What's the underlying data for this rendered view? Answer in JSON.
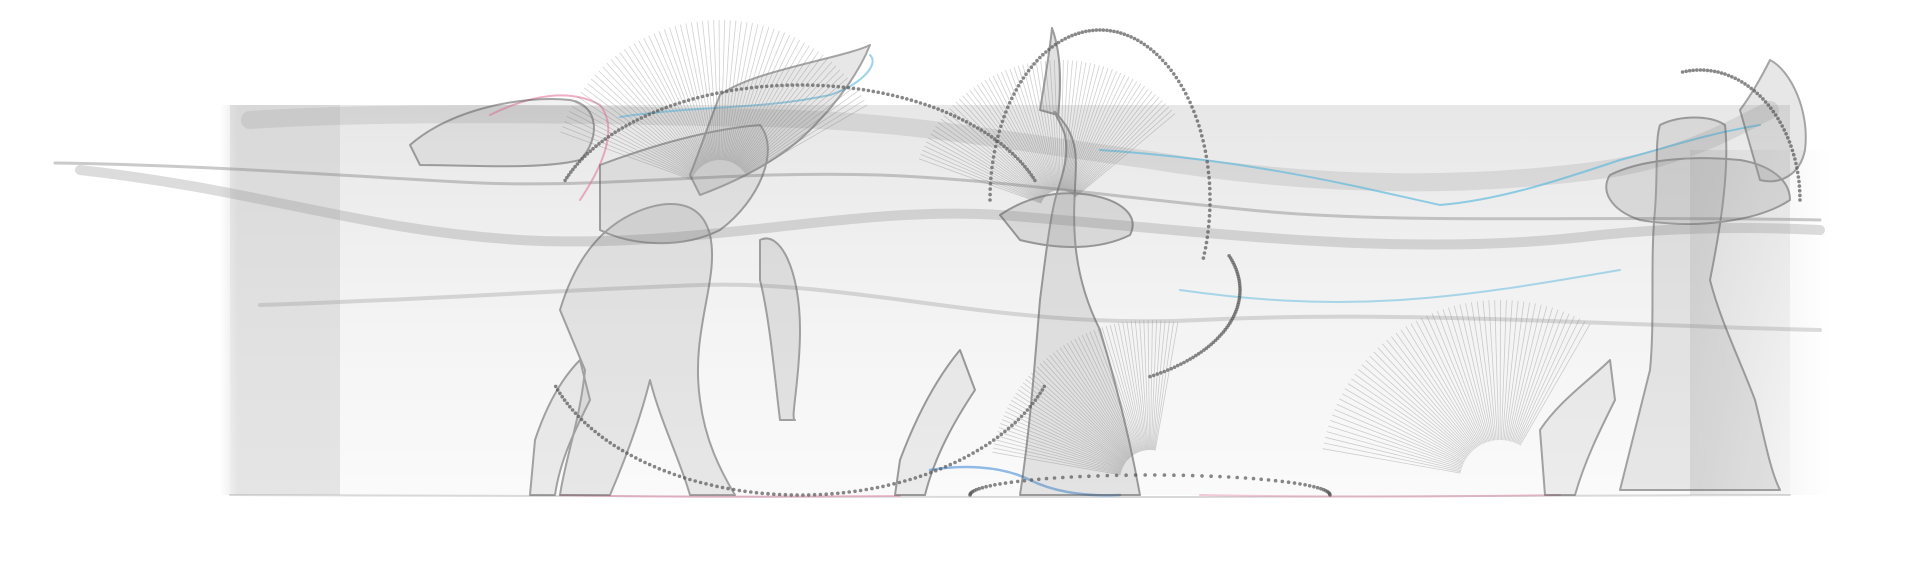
{
  "canvas": {
    "background": "#ffffff",
    "ink_color": "#6f6f6f",
    "accent_blue": "#5bb8dd",
    "accent_pink": "#e07aa0"
  },
  "figures": [
    {
      "name": "figure-left",
      "opacity": 0.55
    },
    {
      "name": "figure-middle",
      "opacity": 0.6
    },
    {
      "name": "figure-right",
      "opacity": 0.55
    }
  ]
}
